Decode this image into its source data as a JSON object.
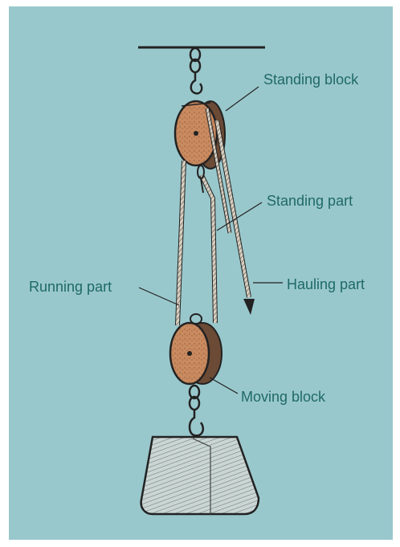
{
  "labels": {
    "standing_block": "Standing block",
    "standing_part": "Standing part",
    "running_part": "Running part",
    "hauling_part": "Hauling part",
    "moving_block": "Moving block"
  },
  "colors": {
    "background": "#99c8cc",
    "label_text": "#1f6a66",
    "ink": "#222222",
    "wood": "#c98a5f"
  }
}
